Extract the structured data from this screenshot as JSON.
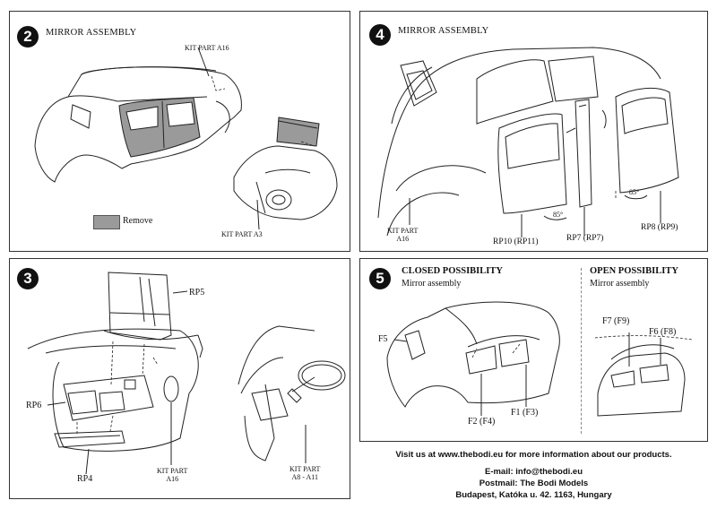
{
  "steps": {
    "s2": {
      "number": "2",
      "title": "MIRROR ASSEMBLY",
      "label_a16": "KIT PART  A16",
      "label_a3": "KIT PART  A3",
      "legend": "Remove"
    },
    "s4": {
      "number": "4",
      "title": "MIRROR ASSEMBLY",
      "label_a16_l1": "KIT PART",
      "label_a16_l2": "A16",
      "label_rp10": "RP10 (RP11)",
      "label_rp7": "RP7 (RP7)",
      "label_rp8": "RP8 (RP9)",
      "angle_1": "85°",
      "angle_2": "85°"
    },
    "s3": {
      "number": "3",
      "label_rp5": "RP5",
      "label_rp6": "RP6",
      "label_rp4": "RP4",
      "label_a16_l1": "KIT PART",
      "label_a16_l2": "A16",
      "label_a8_l1": "KIT PART",
      "label_a8_l2": "A8 - A11"
    },
    "s5": {
      "number": "5",
      "closed_title": "CLOSED POSSIBILITY",
      "closed_sub": "Mirror assembly",
      "open_title": "OPEN POSSIBILITY",
      "open_sub": "Mirror assembly",
      "label_f5": "F5",
      "label_f2": "F2 (F4)",
      "label_f1": "F1 (F3)",
      "label_f7": "F7 (F9)",
      "label_f6": "F6 (F8)"
    }
  },
  "footer": {
    "visit": "Visit us at www.thebodi.eu for more information about our products.",
    "email": "E-mail: info@thebodi.eu",
    "postmail": "Postmail: The Bodi Models",
    "address": "Budapest, Katóka u. 42. 1163, Hungary"
  }
}
